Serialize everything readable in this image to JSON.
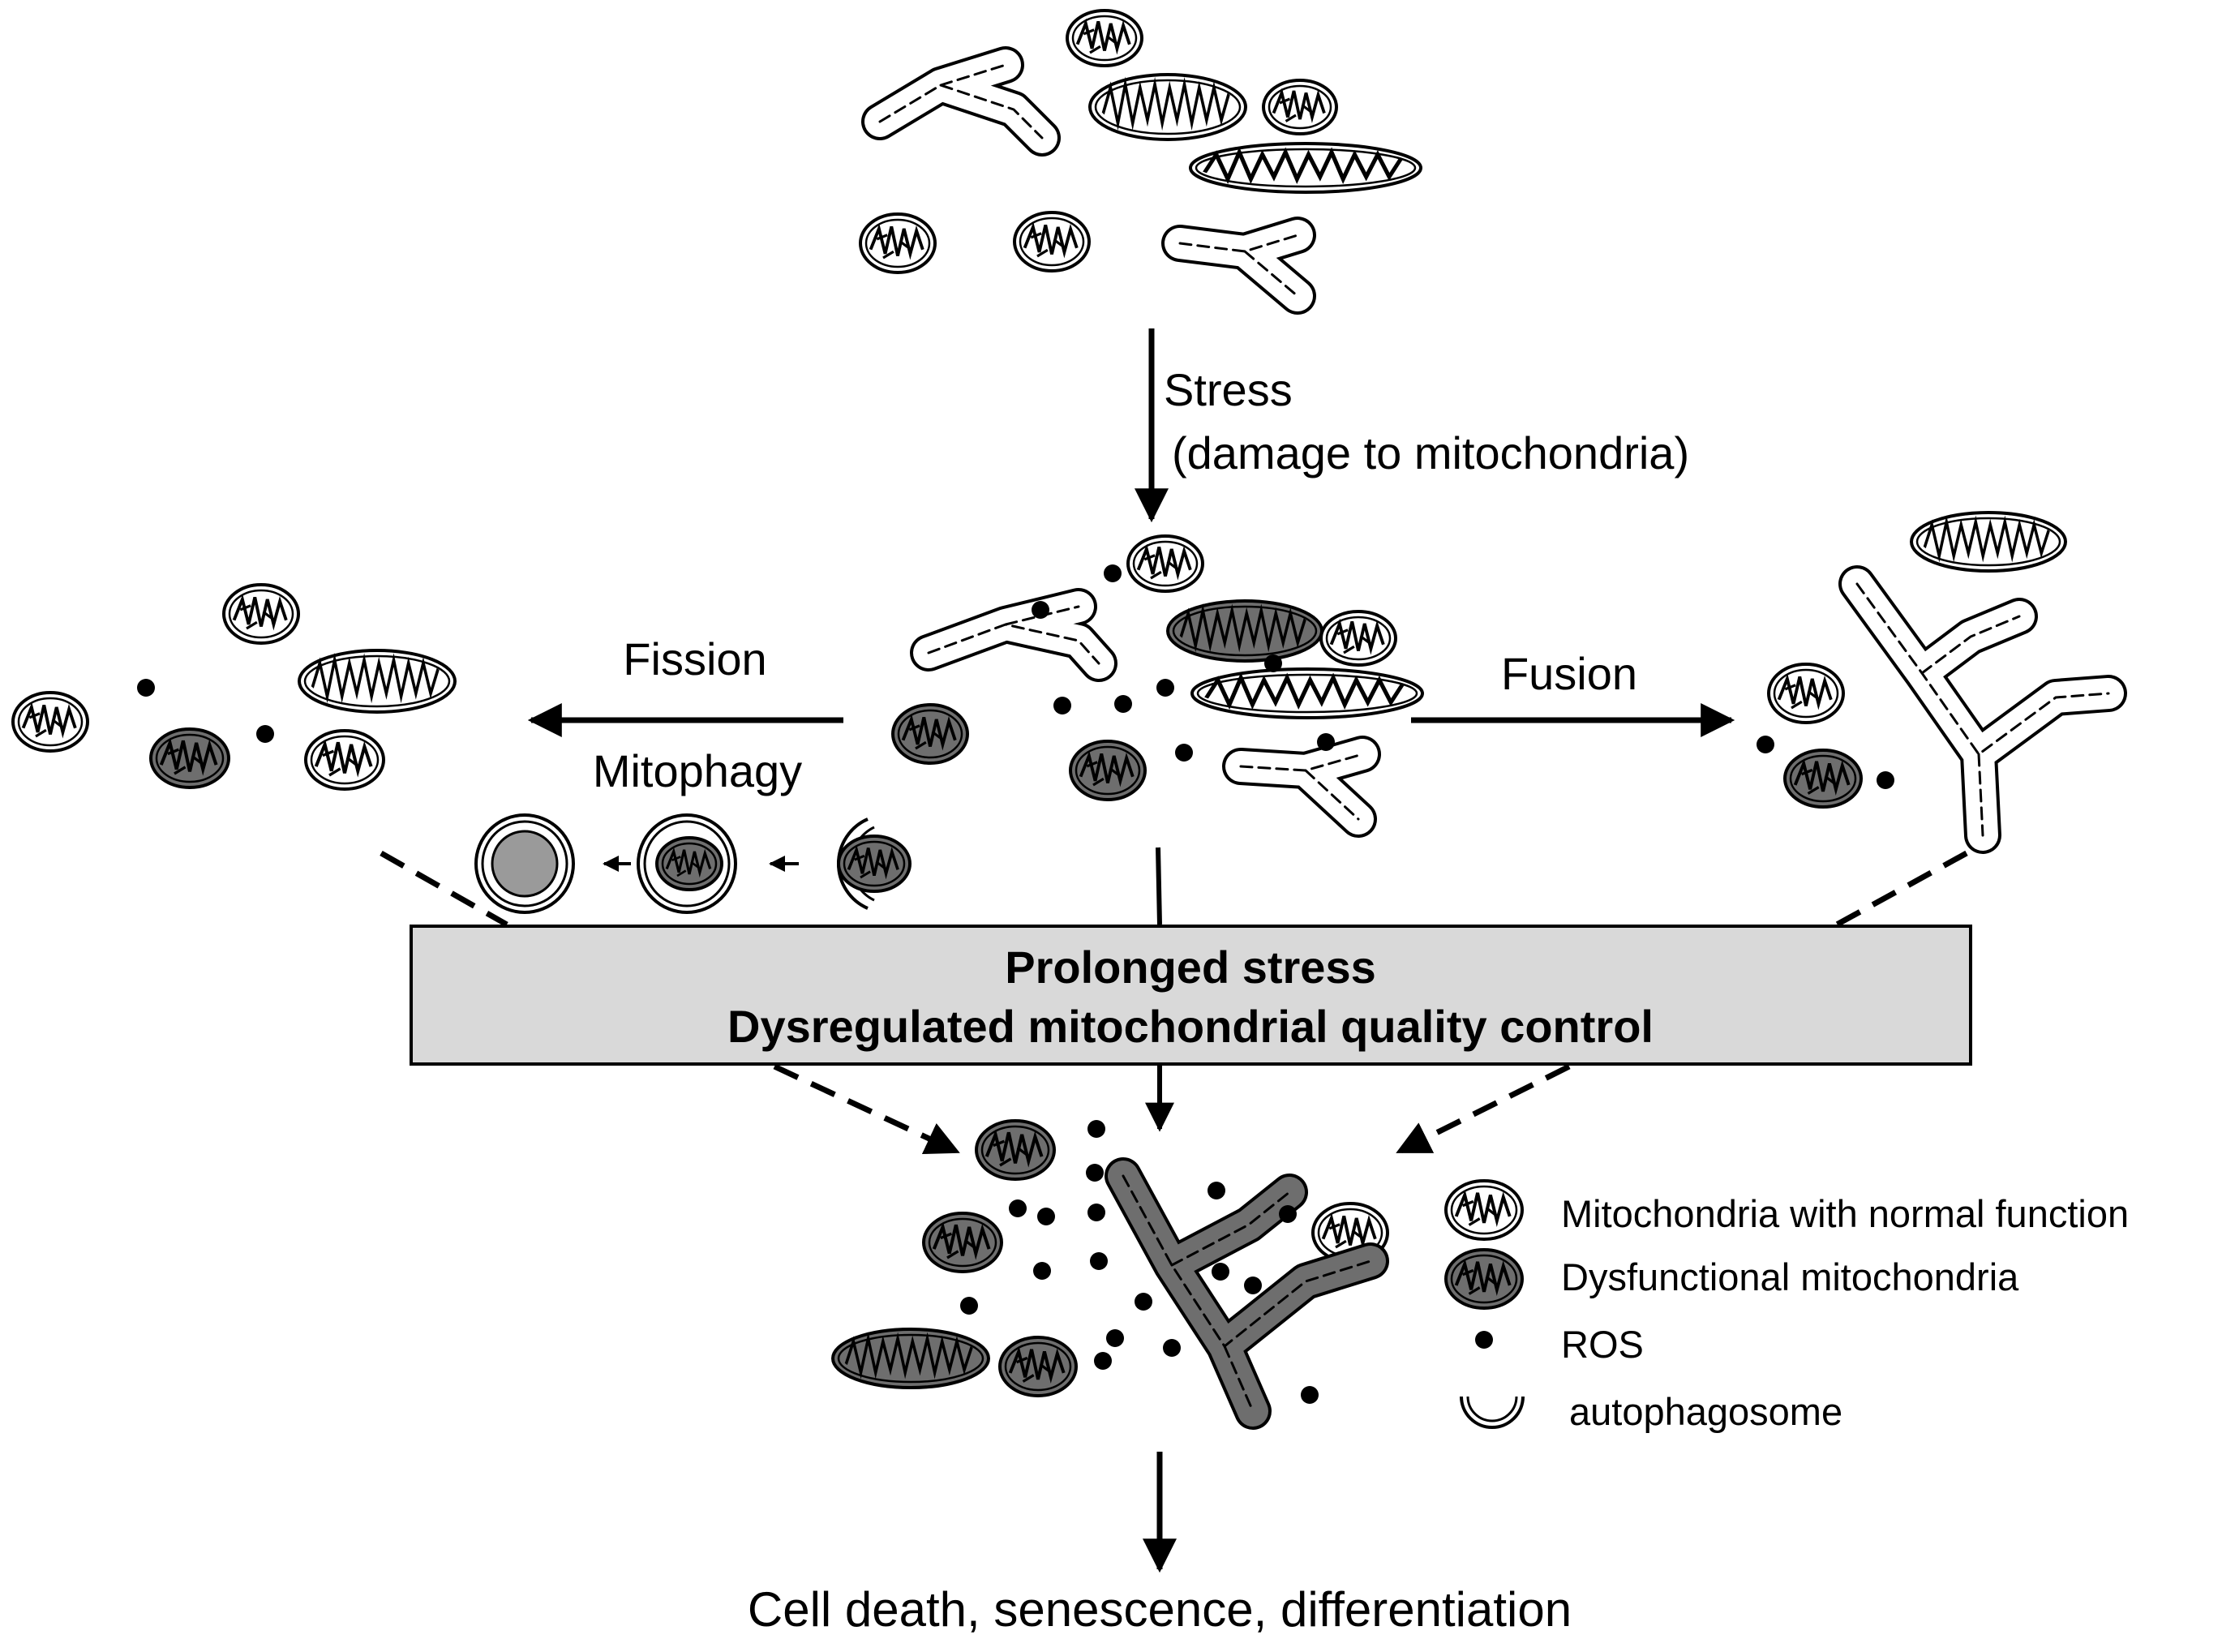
{
  "labels": {
    "stress_line1": "Stress",
    "stress_line2": "(damage to mitochondria)",
    "fission": "Fission",
    "mitophagy": "Mitophagy",
    "fusion": "Fusion",
    "box_line1": "Prolonged stress",
    "box_line2": "Dysregulated mitochondrial quality control",
    "outcome": "Cell death, senescence, differentiation"
  },
  "legend": [
    {
      "icon": "normal-mitochondrion-icon",
      "label": "Mitochondria with normal function"
    },
    {
      "icon": "dysfunctional-mitochondrion-icon",
      "label": "Dysfunctional mitochondria"
    },
    {
      "icon": "ros-dot-icon",
      "label": "ROS"
    },
    {
      "icon": "autophagosome-icon",
      "label": "autophagosome"
    }
  ],
  "colors": {
    "normal_fill": "#ffffff",
    "dysfunctional_fill": "#6e6e6e",
    "box_fill": "#d9d9d9",
    "stroke": "#000000"
  }
}
